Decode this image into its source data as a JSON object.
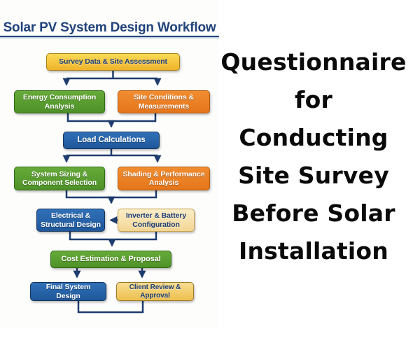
{
  "diagram": {
    "title": "Solar PV System Design Workflow",
    "nodes": {
      "survey": {
        "label": "Survey Data & Site Assessment",
        "color": "#F2BE35"
      },
      "energy": {
        "label": "Energy Consumption Analysis",
        "color": "#5A9E30"
      },
      "site": {
        "label": "Site Conditions & Measurements",
        "color": "#EC8024"
      },
      "load": {
        "label": "Load Calculations",
        "color": "#2765AC"
      },
      "sizing": {
        "label": "System Sizing & Component Selection",
        "color": "#5A9E30"
      },
      "shading": {
        "label": "Shading & Performance Analysis",
        "color": "#EC8024"
      },
      "electrical": {
        "label": "Electrical & Structural Design",
        "color": "#2765AC"
      },
      "inverter": {
        "label": "Inverter & Battery Configuration",
        "color": "#F7E2AD"
      },
      "cost": {
        "label": "Cost Estimation & Proposal",
        "color": "#5A9E30"
      },
      "final": {
        "label": "Final System Design",
        "color": "#2765AC"
      },
      "client": {
        "label": "Client Review & Approval",
        "color": "#F2CB6C"
      }
    },
    "connector_color": "#1E3C6E",
    "title_color": "#20427A"
  },
  "headline": {
    "lines": [
      "Questionnaire",
      "for",
      "Conducting",
      "Site Survey",
      "Before Solar",
      "Installation"
    ],
    "color": "#0A0A0A"
  }
}
